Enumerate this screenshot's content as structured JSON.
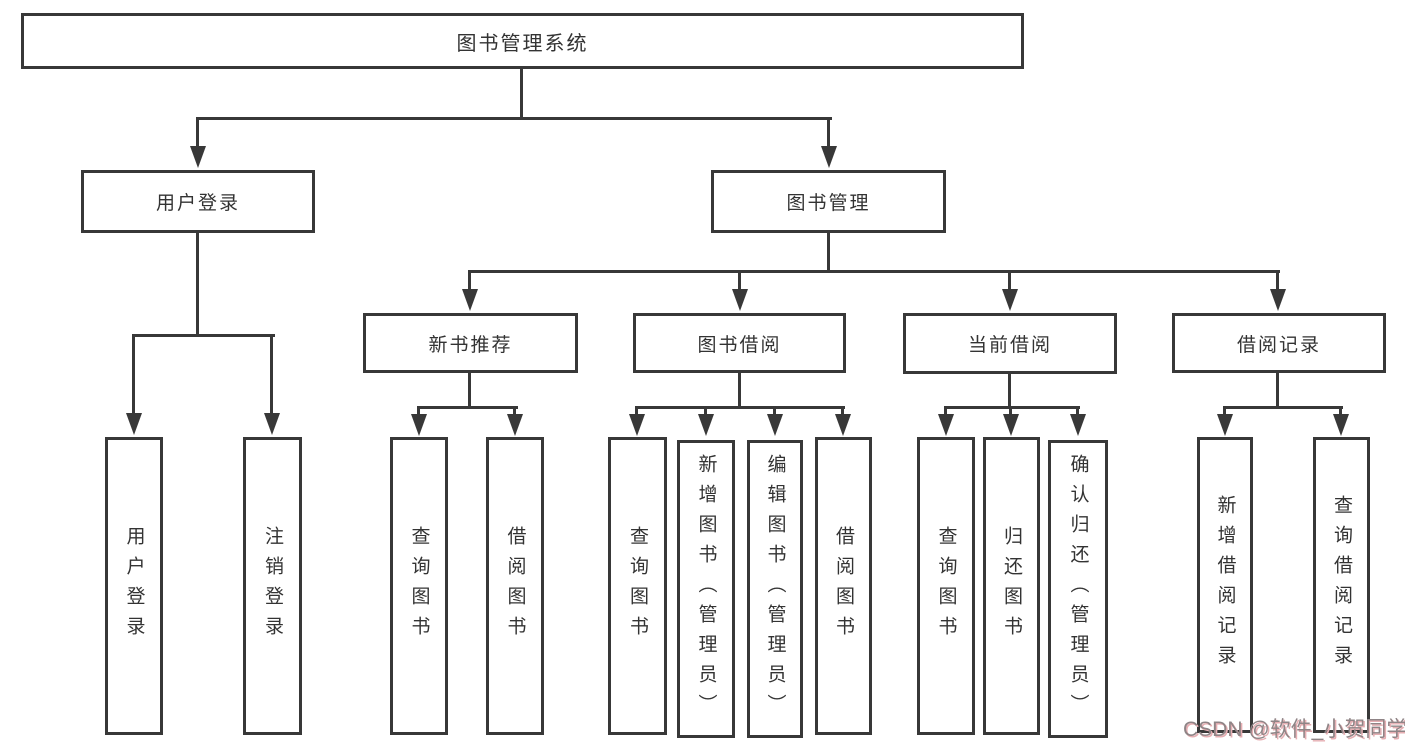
{
  "nodes": {
    "root": "图书管理系统",
    "l2_user_login": "用户登录",
    "l2_book_management": "图书管理",
    "l3_new_book_recommend": "新书推荐",
    "l3_book_borrow": "图书借阅",
    "l3_current_borrow": "当前借阅",
    "l3_borrow_records": "借阅记录",
    "l4_user_login": "用户登录",
    "l4_logout_login": "注销登录",
    "l4_rec_query_books": "查询图书",
    "l4_rec_borrow_books": "借阅图书",
    "l4_bor_query_books": "查询图书",
    "l4_bor_add_books": "新增图书（管理员）",
    "l4_bor_edit_books": "编辑图书（管理员）",
    "l4_bor_borrow_books": "借阅图书",
    "l4_cur_query_books": "查询图书",
    "l4_cur_return_books": "归还图书",
    "l4_cur_confirm_return": "确认归还（管理员）",
    "l4_log_add_record": "新增借阅记录",
    "l4_log_query_record": "查询借阅记录"
  },
  "watermark": "CSDN @软件_小贺同学",
  "colors": {
    "line": "#383838",
    "text": "#333333",
    "background": "#ffffff",
    "watermark": "#8f8486"
  }
}
